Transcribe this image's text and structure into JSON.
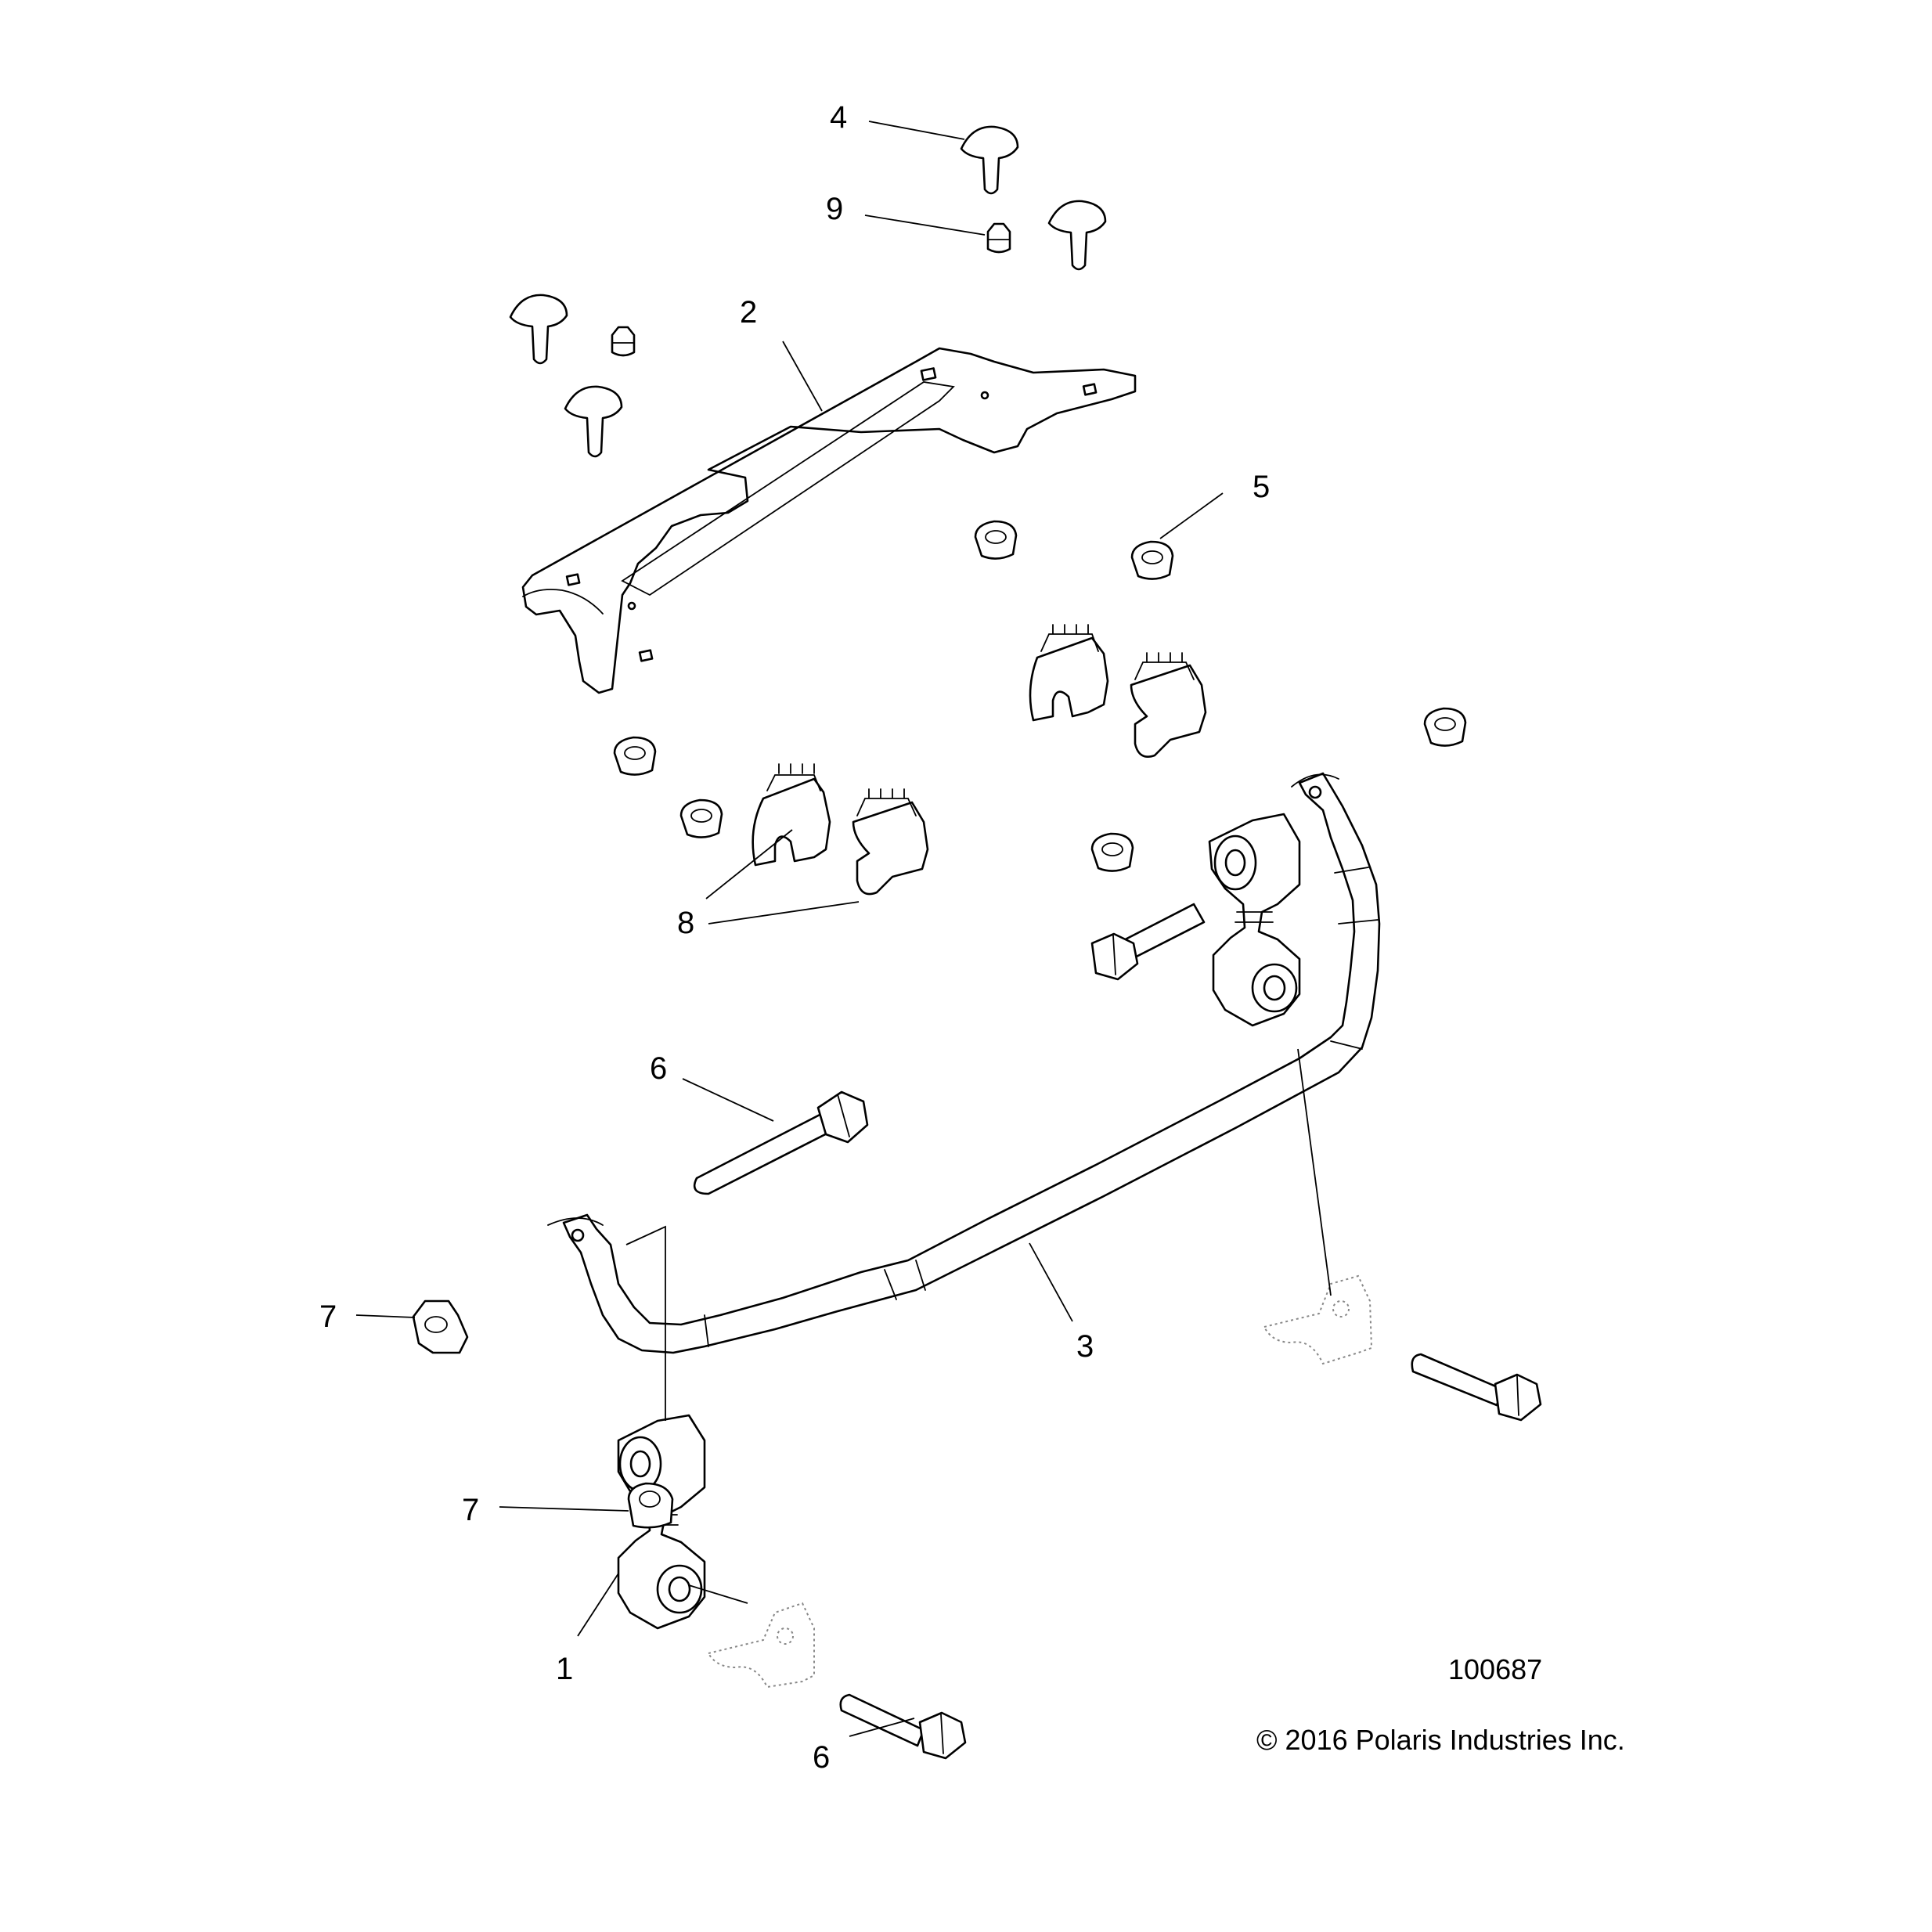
{
  "callouts": {
    "c1": "1",
    "c2": "2",
    "c3": "3",
    "c4": "4",
    "c5": "5",
    "c6a": "6",
    "c6b": "6",
    "c7a": "7",
    "c7b": "7",
    "c8": "8",
    "c9": "9"
  },
  "footer": {
    "drawing_number": "100687",
    "copyright": "© 2016 Polaris Industries Inc."
  }
}
